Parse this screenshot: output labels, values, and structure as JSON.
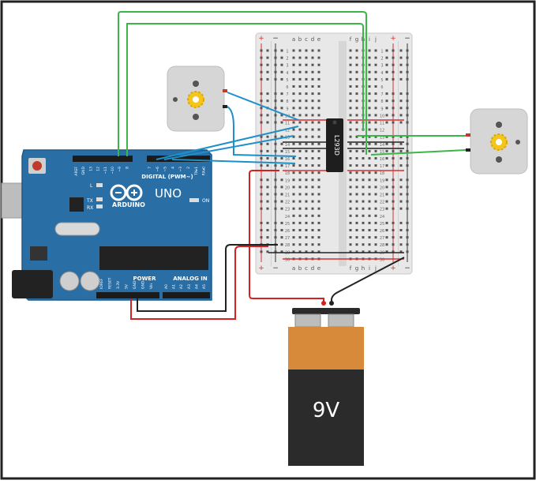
{
  "arduino": {
    "brand": "ARDUINO",
    "model": "UNO",
    "digital_header": "DIGITAL (PWM~)",
    "power_header": "POWER",
    "analog_header": "ANALOG IN",
    "on_label": "ON",
    "l_label": "L",
    "tx_label": "TX",
    "rx_label": "RX",
    "digital_pins": [
      "AREF",
      "GND",
      "13",
      "12",
      "~11",
      "~10",
      "~9",
      "8",
      "7",
      "~6",
      "~5",
      "4",
      "~3",
      "2",
      "TX▸1",
      "RX◂0"
    ],
    "power_pins": [
      "IOREF",
      "RESET",
      "3.3V",
      "5V",
      "GND",
      "GND",
      "Vin"
    ],
    "analog_pins": [
      "A0",
      "A1",
      "A2",
      "A3",
      "A4",
      "A5"
    ]
  },
  "breadboard": {
    "column_letters_left": [
      "a",
      "b",
      "c",
      "d",
      "e"
    ],
    "column_letters_right": [
      "f",
      "g",
      "h",
      "i",
      "j"
    ],
    "plus_label": "+",
    "minus_label": "−",
    "row_count": 30
  },
  "ic": {
    "label": "L293D"
  },
  "battery": {
    "label": "9V"
  },
  "colors": {
    "wire_green": "#3cb64a",
    "wire_blue": "#1e90c8",
    "wire_red": "#d42020",
    "wire_black": "#222222",
    "board_blue": "#1f6fa8",
    "battery_orange": "#d4883a",
    "battery_body": "#2b2b2b"
  }
}
